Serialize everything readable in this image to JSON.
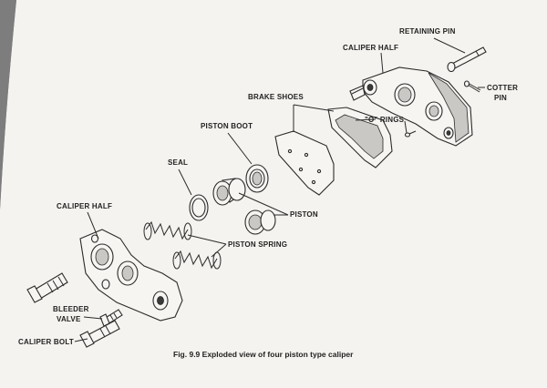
{
  "labels": {
    "retaining_pin": "RETAINING PIN",
    "caliper_half_top": "CALIPER HALF",
    "cotter_pin_line1": "COTTER",
    "cotter_pin_line2": "PIN",
    "brake_shoes": "BRAKE SHOES",
    "o_rings": "\"O\" RINGS",
    "piston_boot": "PISTON BOOT",
    "seal": "SEAL",
    "caliper_half_left": "CALIPER HALF",
    "piston": "PISTON",
    "piston_spring": "PISTON SPRING",
    "bleeder_valve_line1": "BLEEDER",
    "bleeder_valve_line2": "VALVE",
    "caliper_bolt": "CALIPER BOLT"
  },
  "caption": "Fig. 9.9 Exploded view of four piston type caliper",
  "colors": {
    "paper": "#f4f3ef",
    "ink": "#2b2b2b",
    "shadow": "#8a8a8a"
  }
}
